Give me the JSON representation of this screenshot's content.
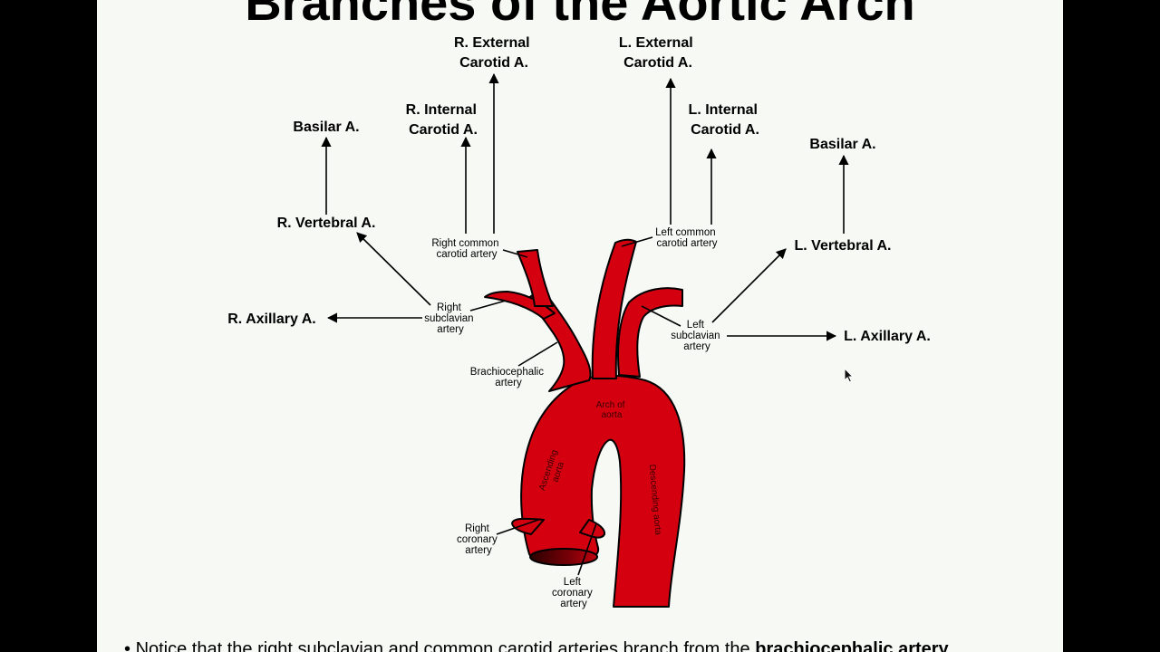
{
  "slide": {
    "title": "Branches of the Aortic Arch",
    "bullet": {
      "text_before": "Notice that the right subclavian and common carotid arteries branch from the ",
      "text_bold": "brachiocephalic artery"
    }
  },
  "labels": {
    "r_external_carotid": [
      "R. External",
      "Carotid A."
    ],
    "l_external_carotid": [
      "L. External",
      "Carotid A."
    ],
    "r_internal_carotid": [
      "R. Internal",
      "Carotid A."
    ],
    "l_internal_carotid": [
      "L. Internal",
      "Carotid A."
    ],
    "r_basilar": "Basilar A.",
    "l_basilar": "Basilar A.",
    "r_vertebral": "R. Vertebral A.",
    "l_vertebral": "L. Vertebral A.",
    "r_axillary": "R. Axillary A.",
    "l_axillary": "L. Axillary A."
  },
  "artery_labels": {
    "right_common_carotid": [
      "Right common",
      "carotid artery"
    ],
    "left_common_carotid": [
      "Left common",
      "carotid artery"
    ],
    "right_subclavian": [
      "Right",
      "subclavian",
      "artery"
    ],
    "left_subclavian": [
      "Left",
      "subclavian",
      "artery"
    ],
    "brachiocephalic": [
      "Brachiocephalic",
      "artery"
    ],
    "right_coronary": [
      "Right",
      "coronary",
      "artery"
    ],
    "left_coronary": [
      "Left",
      "coronary",
      "artery"
    ]
  },
  "inner_labels": {
    "arch": [
      "Arch of",
      "aorta"
    ],
    "ascending": [
      "Ascending",
      "aorta"
    ],
    "descending": "Descending aorta"
  },
  "colors": {
    "artery_fill": "#d40010",
    "artery_stroke": "#000000",
    "background": "#f7f9f5"
  }
}
